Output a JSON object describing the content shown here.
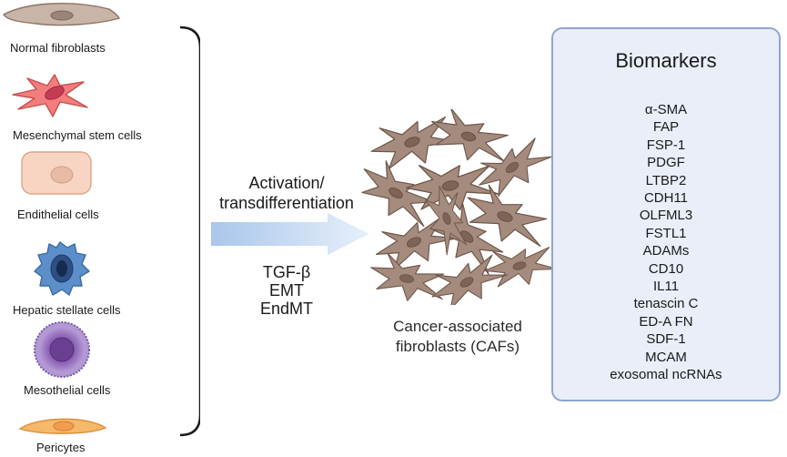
{
  "cells": [
    {
      "label": "Normal fibroblasts"
    },
    {
      "label": "Mesenchymal stem cells"
    },
    {
      "label": "Endithelial cells"
    },
    {
      "label": "Hepatic stellate cells"
    },
    {
      "label": "Mesothelial cells"
    },
    {
      "label": "Pericytes"
    }
  ],
  "process": {
    "line1": "Activation/",
    "line2": "transdifferentiation",
    "factors": [
      "TGF-β",
      "EMT",
      "EndMT"
    ]
  },
  "caf": {
    "line1": "Cancer-associated",
    "line2": "fibroblasts (CAFs)"
  },
  "biomarkers": {
    "title": "Biomarkers",
    "items": [
      "α-SMA",
      "FAP",
      "FSP-1",
      "PDGF",
      "LTBP2",
      "CDH11",
      "OLFML3",
      "FSTL1",
      "ADAMs",
      "CD10",
      "IL11",
      "tenascin C",
      "ED-A FN",
      "SDF-1",
      "MCAM",
      "exosomal ncRNAs"
    ]
  },
  "colors": {
    "fibroblast": "#c8b3a6",
    "msc": "#f07a7a",
    "endothelial": "#f7d3bf",
    "stellate": "#5b8fc9",
    "mesothelial": "#8e64b8",
    "pericyte": "#f6b86a",
    "caf": "#a48a7c",
    "arrow": "#b8d2ef"
  }
}
